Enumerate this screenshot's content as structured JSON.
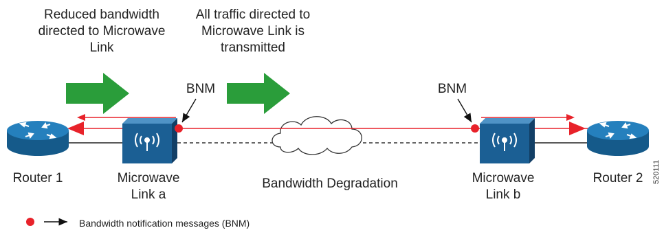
{
  "annotations": {
    "reduced": "Reduced bandwidth directed to Microwave Link",
    "all_traffic": "All traffic directed to Microwave Link is transmitted",
    "bnm_left": "BNM",
    "bnm_right": "BNM"
  },
  "nodes": {
    "router1": "Router 1",
    "router2": "Router 2",
    "link_a": "Microwave Link a",
    "link_b": "Microwave Link b",
    "cloud": "Bandwidth Degradation"
  },
  "legend": {
    "label": "Bandwidth notification messages (BNM)"
  },
  "figure_id": "520111",
  "colors": {
    "router_blue": "#1d6fa8",
    "link_blue": "#1b5f94",
    "red": "#e8222a",
    "green": "#2a9d3a"
  }
}
